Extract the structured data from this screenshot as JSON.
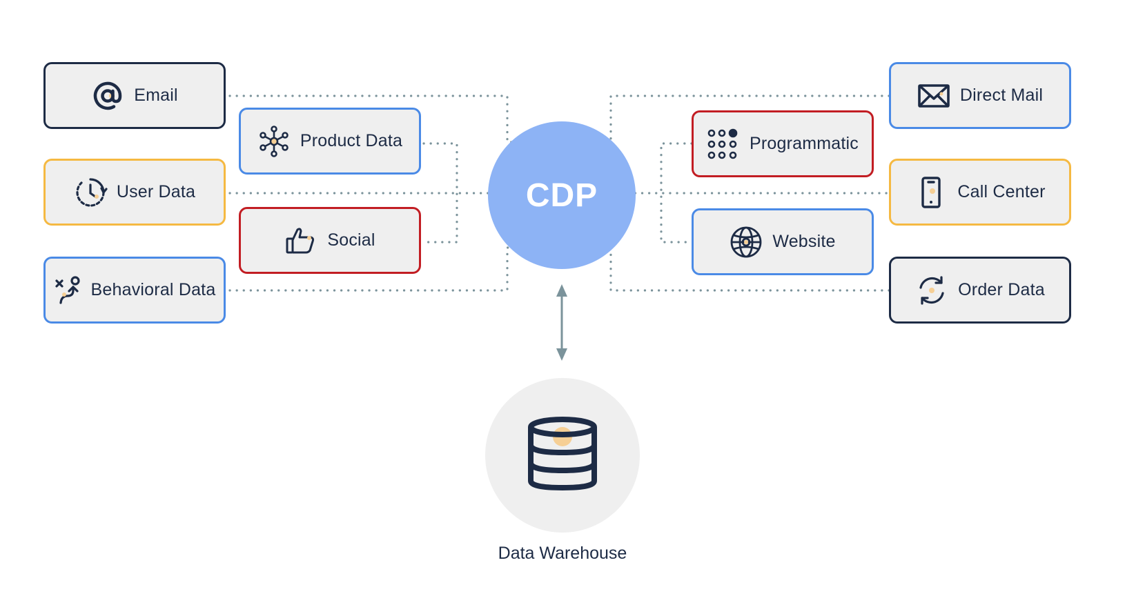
{
  "center": {
    "label": "CDP"
  },
  "left_nodes": [
    {
      "id": "email",
      "label": "Email",
      "icon": "at-sign-icon",
      "border": "#1d2b45"
    },
    {
      "id": "product-data",
      "label": "Product Data",
      "icon": "network-hub-icon",
      "border": "#4a8ae6"
    },
    {
      "id": "user-data",
      "label": "User Data",
      "icon": "clock-history-icon",
      "border": "#f5b942"
    },
    {
      "id": "social",
      "label": "Social",
      "icon": "thumbs-up-icon",
      "border": "#c21d23"
    },
    {
      "id": "behavioral-data",
      "label": "Behavioral Data",
      "icon": "route-icon",
      "border": "#4a8ae6"
    }
  ],
  "right_nodes": [
    {
      "id": "direct-mail",
      "label": "Direct Mail",
      "icon": "envelope-icon",
      "border": "#4a8ae6"
    },
    {
      "id": "programmatic",
      "label": "Programmatic",
      "icon": "dot-grid-icon",
      "border": "#c21d23"
    },
    {
      "id": "call-center",
      "label": "Call Center",
      "icon": "mobile-phone-icon",
      "border": "#f5b942"
    },
    {
      "id": "website",
      "label": "Website",
      "icon": "globe-icon",
      "border": "#4a8ae6"
    },
    {
      "id": "order-data",
      "label": "Order Data",
      "icon": "refresh-cycle-icon",
      "border": "#1d2b45"
    }
  ],
  "warehouse": {
    "label": "Data Warehouse",
    "icon": "database-icon"
  },
  "colors": {
    "navy": "#1d2b45",
    "blue": "#4a8ae6",
    "yellow": "#f5b942",
    "red": "#c21d23",
    "cdp": "#8db3f5",
    "connector": "#7b939b",
    "box_fill": "#efefef"
  }
}
